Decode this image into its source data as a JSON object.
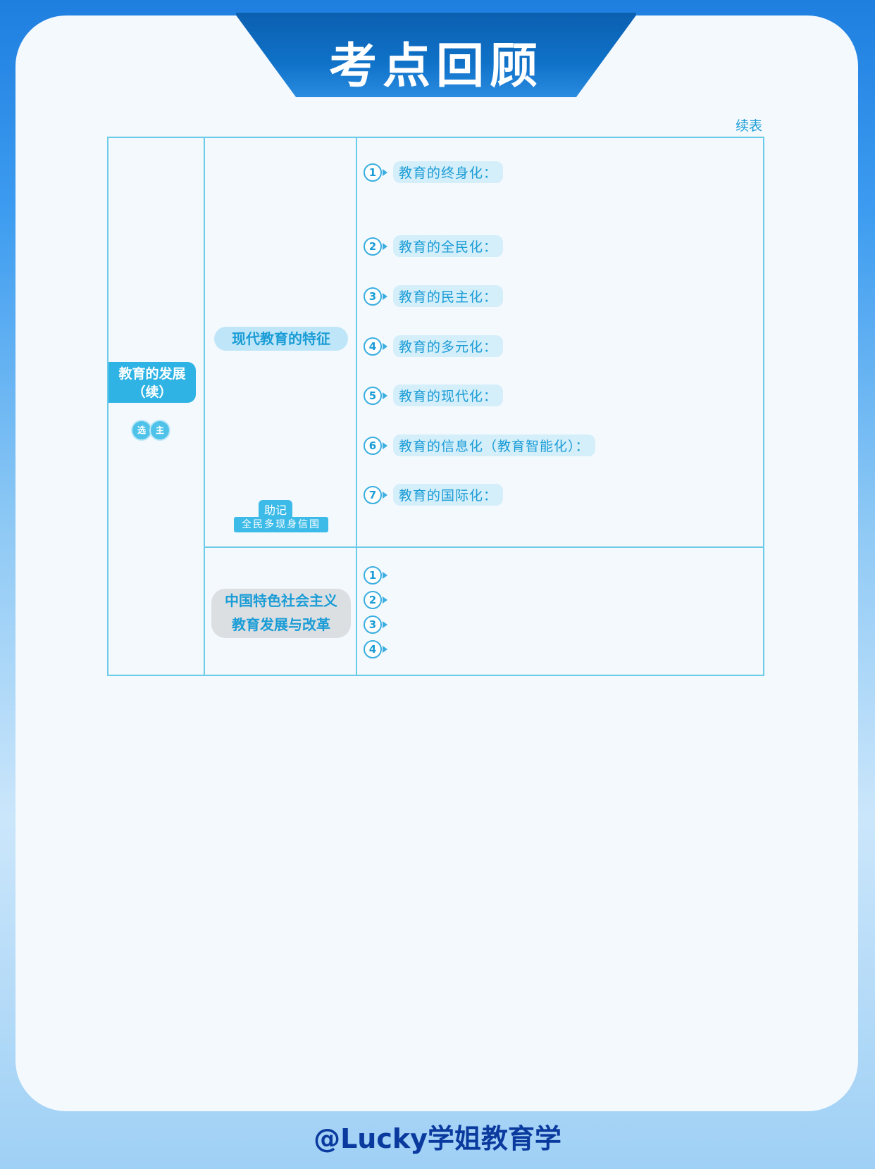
{
  "header": {
    "title": "考点回顾",
    "continued": "续表"
  },
  "table": {
    "category": {
      "line1": "教育的发展",
      "line2": "（续）",
      "badges": [
        "选",
        "主"
      ]
    },
    "section1": {
      "title": "现代教育的特征",
      "mnemonic_head": "助记",
      "mnemonic_body": "全民多现身信国",
      "items": [
        {
          "num": "1",
          "label": "教育的终身化："
        },
        {
          "num": "2",
          "label": "教育的全民化："
        },
        {
          "num": "3",
          "label": "教育的民主化："
        },
        {
          "num": "4",
          "label": "教育的多元化："
        },
        {
          "num": "5",
          "label": "教育的现代化："
        },
        {
          "num": "6",
          "label": "教育的信息化（教育智能化）："
        },
        {
          "num": "7",
          "label": "教育的国际化："
        }
      ]
    },
    "section2": {
      "title_line1": "中国特色社会主义",
      "title_line2": "教育发展与改革",
      "items": [
        {
          "num": "1"
        },
        {
          "num": "2"
        },
        {
          "num": "3"
        },
        {
          "num": "4"
        }
      ]
    }
  },
  "footer": {
    "watermark": "@Lucky学姐教育学"
  }
}
